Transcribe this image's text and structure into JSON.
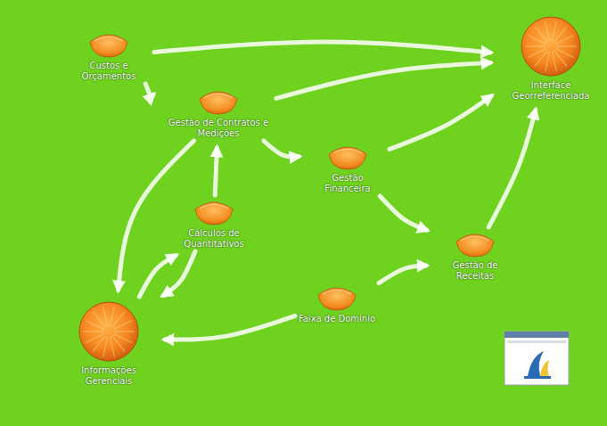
{
  "diagram": {
    "nodes": [
      {
        "text": [
          "Custos e Orçamentos"
        ]
      },
      {
        "text": [
          "Gestão de Contratos e Medições"
        ]
      },
      {
        "text": [
          "Gestão Financeira"
        ]
      },
      {
        "text": [
          "Interface Georreferenciada"
        ]
      },
      {
        "text": [
          "Cálculos de Quantitativos"
        ]
      },
      {
        "text": [
          "Gestão de Receitas"
        ]
      },
      {
        "text": [
          "Faixa de Domínio"
        ]
      },
      {
        "text": [
          "Informações Gerenciais"
        ]
      }
    ],
    "edges": [
      {
        "from": 0,
        "to": 1,
        "arrow": "to"
      },
      {
        "from": 1,
        "to": 2,
        "arrow": "to"
      },
      {
        "from": 2,
        "to": 5,
        "arrow": "to"
      },
      {
        "from": 6,
        "to": 5,
        "arrow": "to"
      },
      {
        "from": 4,
        "to": 1,
        "arrow": "to"
      },
      {
        "from": 1,
        "to": 7,
        "arrow": "to"
      },
      {
        "from": 7,
        "to": 4,
        "arrow": "to"
      },
      {
        "from": 4,
        "to": 7,
        "arrow": "to"
      },
      {
        "from": 6,
        "to": 7,
        "arrow": "to"
      },
      {
        "from": 0,
        "to": 3,
        "arrow": "to"
      },
      {
        "from": 1,
        "to": 3,
        "arrow": "to"
      },
      {
        "from": 2,
        "to": 3,
        "arrow": "to"
      },
      {
        "from": 5,
        "to": 3,
        "arrow": "to"
      }
    ]
  }
}
